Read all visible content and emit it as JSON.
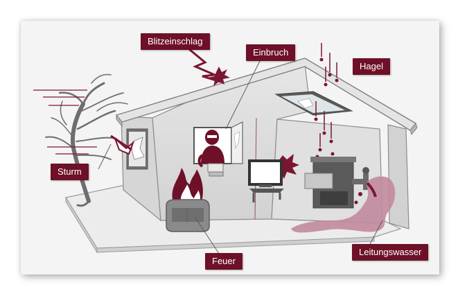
{
  "labels": {
    "lightning": "Blitzeinschlag",
    "burglary": "Einbruch",
    "hail": "Hagel",
    "storm": "Sturm",
    "fire": "Feuer",
    "water": "Leitungswasser"
  },
  "colors": {
    "label_bg": "#6d1028",
    "accent": "#7a1630",
    "water": "#c28a9e",
    "wall": "#dcdcdc",
    "outline": "#8c8c8c"
  },
  "icons": [
    "lightning-icon",
    "burglar-icon",
    "hail-icon",
    "tree-icon",
    "fire-icon",
    "water-tap-icon"
  ]
}
